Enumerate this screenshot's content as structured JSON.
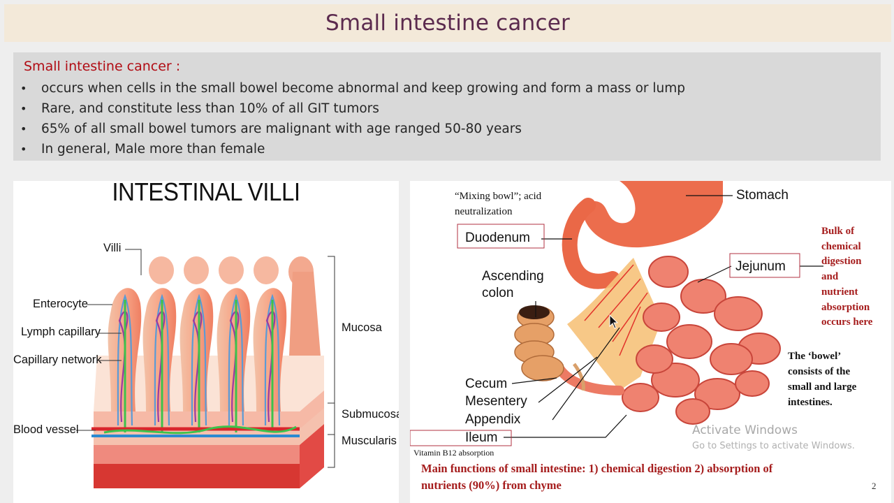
{
  "slide": {
    "title": "Small intestine cancer",
    "page_number": "2"
  },
  "info": {
    "heading": "Small intestine cancer :",
    "bullets": [
      "occurs when cells in the small bowel  become abnormal and keep growing and form a mass or lump",
      "Rare, and constitute less than 10% of all GIT  tumors",
      "65% of all small bowel tumors are malignant with  age ranged  50-80 years",
      "In general, Male more than female"
    ]
  },
  "villi_figure": {
    "title": "INTESTINAL VILLI",
    "labels": {
      "villi": "Villi",
      "enterocyte": "Enterocyte",
      "lymph_capillary": "Lymph capillary",
      "capillary_network": "Capillary network",
      "blood_vessel": "Blood vessel",
      "mucosa": "Mucosa",
      "submucosa": "Submucosa",
      "muscularis": "Muscularis"
    }
  },
  "digestive_figure": {
    "mixing_bowl_line1": "“Mixing  bowl”; acid",
    "mixing_bowl_line2": "neutralization",
    "duodenum": "Duodenum",
    "stomach": "Stomach",
    "jejunum": "Jejunum",
    "ascending_colon_line1": "Ascending",
    "ascending_colon_line2": "colon",
    "cecum": "Cecum",
    "mesentery": "Mesentery",
    "appendix": "Appendix",
    "ileum": "Ileum",
    "vitamin_b12": "Vitamin B12 absorption",
    "bulk_lines": [
      "Bulk of",
      "chemical",
      "digestion",
      "and",
      "nutrient",
      "absorption",
      "occurs here"
    ],
    "bowel_lines": [
      "The ‘bowel’",
      "consists of the",
      "small and large",
      "intestines."
    ],
    "functions_line1": "Main functions of small intestine: 1) chemical digestion 2) absorption of",
    "functions_line2": "nutrients (90%) from chyme"
  },
  "watermark": {
    "line1": "Activate Windows",
    "line2": "Go to Settings to activate Windows."
  },
  "colors": {
    "title_text": "#5b2a4e",
    "heading_red": "#b10c14",
    "annotation_red": "#a51c1c"
  }
}
